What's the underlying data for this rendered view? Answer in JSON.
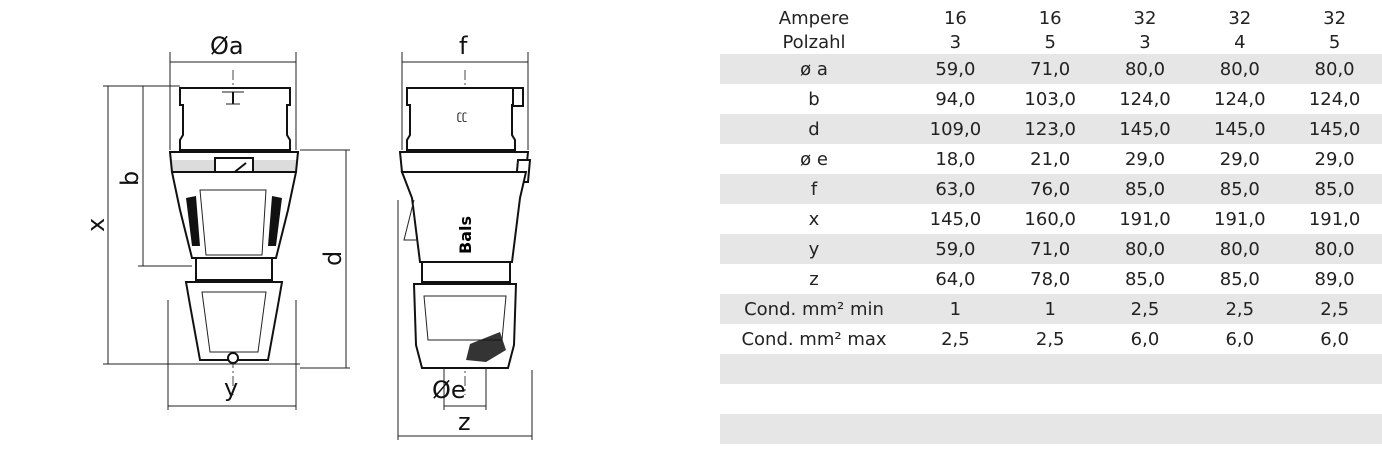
{
  "drawing": {
    "side_view_labels": {
      "oa": "Øa",
      "b": "b",
      "x": "x",
      "y": "y"
    },
    "front_view_labels": {
      "f": "f",
      "d": "d",
      "oe": "Øe",
      "z": "z"
    }
  },
  "spec_table": {
    "header": [
      {
        "label": "Ampere",
        "values": [
          "16",
          "16",
          "32",
          "32",
          "32"
        ]
      },
      {
        "label": "Polzahl",
        "values": [
          "3",
          "5",
          "3",
          "4",
          "5"
        ]
      }
    ],
    "rows": [
      {
        "label": "ø a",
        "values": [
          "59,0",
          "71,0",
          "80,0",
          "80,0",
          "80,0"
        ]
      },
      {
        "label": "b",
        "values": [
          "94,0",
          "103,0",
          "124,0",
          "124,0",
          "124,0"
        ]
      },
      {
        "label": "d",
        "values": [
          "109,0",
          "123,0",
          "145,0",
          "145,0",
          "145,0"
        ]
      },
      {
        "label": "ø e",
        "values": [
          "18,0",
          "21,0",
          "29,0",
          "29,0",
          "29,0"
        ]
      },
      {
        "label": "f",
        "values": [
          "63,0",
          "76,0",
          "85,0",
          "85,0",
          "85,0"
        ]
      },
      {
        "label": "x",
        "values": [
          "145,0",
          "160,0",
          "191,0",
          "191,0",
          "191,0"
        ]
      },
      {
        "label": "y",
        "values": [
          "59,0",
          "71,0",
          "80,0",
          "80,0",
          "80,0"
        ]
      },
      {
        "label": "z",
        "values": [
          "64,0",
          "78,0",
          "85,0",
          "85,0",
          "89,0"
        ]
      },
      {
        "label": "Cond. mm² min",
        "values": [
          "1",
          "1",
          "2,5",
          "2,5",
          "2,5"
        ]
      },
      {
        "label": "Cond. mm² max",
        "values": [
          "2,5",
          "2,5",
          "6,0",
          "6,0",
          "6,0"
        ]
      }
    ]
  },
  "colors": {
    "shade": "#e6e6e6",
    "line": "#111111",
    "text": "#222222"
  }
}
